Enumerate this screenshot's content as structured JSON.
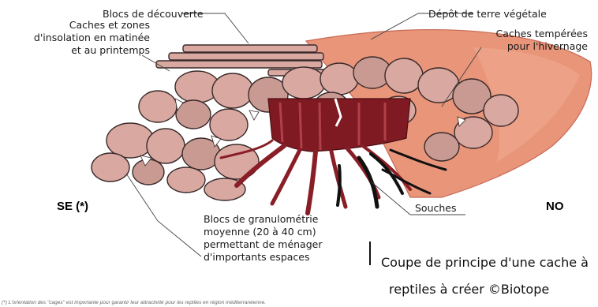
{
  "labels": {
    "blocs_decouverte": "Blocs de découverte",
    "depot_terre": "Dépôt de terre végétale",
    "caches_zones_1": "Caches et zones",
    "caches_zones_2": "d'insolation en matinée",
    "caches_zones_3": "et au printemps",
    "caches_temperees_1": "Caches tempérées",
    "caches_temperees_2": "pour l'hivernage",
    "souches": "Souches",
    "blocs_granulo_1": "Blocs de granulométrie",
    "blocs_granulo_2": "moyenne (20 à 40 cm)",
    "blocs_granulo_3": "permettant de ménager",
    "blocs_granulo_4": "d'importants espaces"
  },
  "orientation": {
    "left": "SE (*)",
    "right": "NO"
  },
  "caption": {
    "line1": "Coupe de principe d'une cache à",
    "line2": "reptiles à créer ©Biotope"
  },
  "footnote": "(*) L'orientation des \"cages\" est importante pour garantir leur attractivité pour les reptiles en région méditerranéenne.",
  "colors": {
    "rock_fill": "#d9a9a1",
    "topsoil": "#e8957a",
    "stump": "#8a1e26",
    "outline": "#3a2a2a"
  }
}
